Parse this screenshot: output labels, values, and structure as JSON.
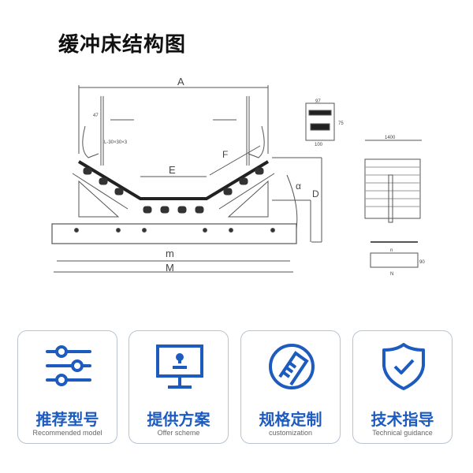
{
  "title": "缓冲床结构图",
  "drawing_labels": {
    "A": "A",
    "E": "E",
    "F": "F",
    "D": "D",
    "alpha": "α",
    "m": "m",
    "M": "M",
    "d47": "47",
    "angle": "L-30×30×3",
    "d97": "97",
    "d75": "75",
    "d100": "100",
    "d1400": "1400",
    "n": "n",
    "N": "N",
    "d90": "90"
  },
  "colors": {
    "accent": "#1d5bbf",
    "line": "#555555"
  },
  "cards": [
    {
      "icon": "sliders-icon",
      "title": "推荐型号",
      "subtitle": "Recommended model"
    },
    {
      "icon": "monitor-icon",
      "title": "提供方案",
      "subtitle": "Offer scheme"
    },
    {
      "icon": "ruler-icon",
      "title": "规格定制",
      "subtitle": "customization"
    },
    {
      "icon": "shield-check-icon",
      "title": "技术指导",
      "subtitle": "Technical guidance"
    }
  ]
}
